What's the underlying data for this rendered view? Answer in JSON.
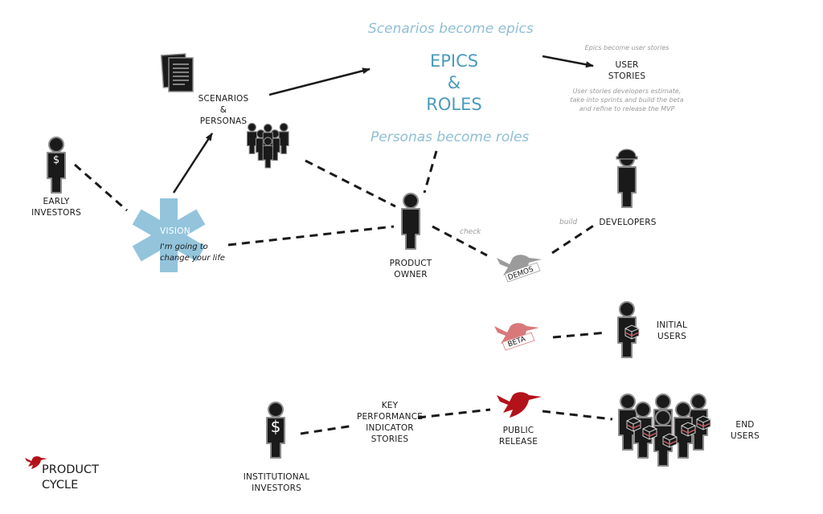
{
  "diagram": {
    "title": [
      "PRODUCT",
      "CYCLE"
    ],
    "colors": {
      "ink": "#1a1a1a",
      "figure_outline": "#8a8a8a",
      "accent_blue": "#4a9bbd",
      "light_blue": "#8fbfd6",
      "vision_asterisk": "#93c4dc",
      "muted_gray": "#9a9a9a",
      "red": "#b3121b",
      "pink": "#d9787a",
      "demos_gray": "#9b9b9b"
    },
    "headings": {
      "scenarios_become_epics": "Scenarios become epics",
      "personas_become_roles": "Personas become roles"
    },
    "epics_roles": [
      "EPICS",
      "&",
      "ROLES"
    ],
    "user_stories": {
      "caption": "Epics become user stories",
      "label": [
        "USER",
        "STORIES"
      ],
      "note": [
        "User stories developers estimate,",
        "take into sprints and build the beta",
        "and refine to release the MVP"
      ]
    },
    "nodes": {
      "scenarios_personas": [
        "SCENARIOS",
        "&",
        "PERSONAS"
      ],
      "early_investors": [
        "EARLY",
        "INVESTORS"
      ],
      "vision": {
        "title": "VISION",
        "text": [
          "I'm going to",
          "change your life"
        ]
      },
      "product_owner": [
        "PRODUCT",
        "OWNER"
      ],
      "developers": [
        "DEVELOPERS"
      ],
      "demos": "DEMOS",
      "beta": "BETA",
      "initial_users": [
        "INITIAL",
        "USERS"
      ],
      "kpi_stories": [
        "KEY",
        "PERFORMANCE",
        "INDICATOR",
        "STORIES"
      ],
      "public_release": [
        "PUBLIC",
        "RELEASE"
      ],
      "end_users": [
        "END",
        "USERS"
      ],
      "institutional_investors": [
        "INSTITUTIONAL",
        "INVESTORS"
      ]
    },
    "edge_labels": {
      "check": "check",
      "build": "build"
    },
    "icons": {
      "money": "$"
    }
  }
}
